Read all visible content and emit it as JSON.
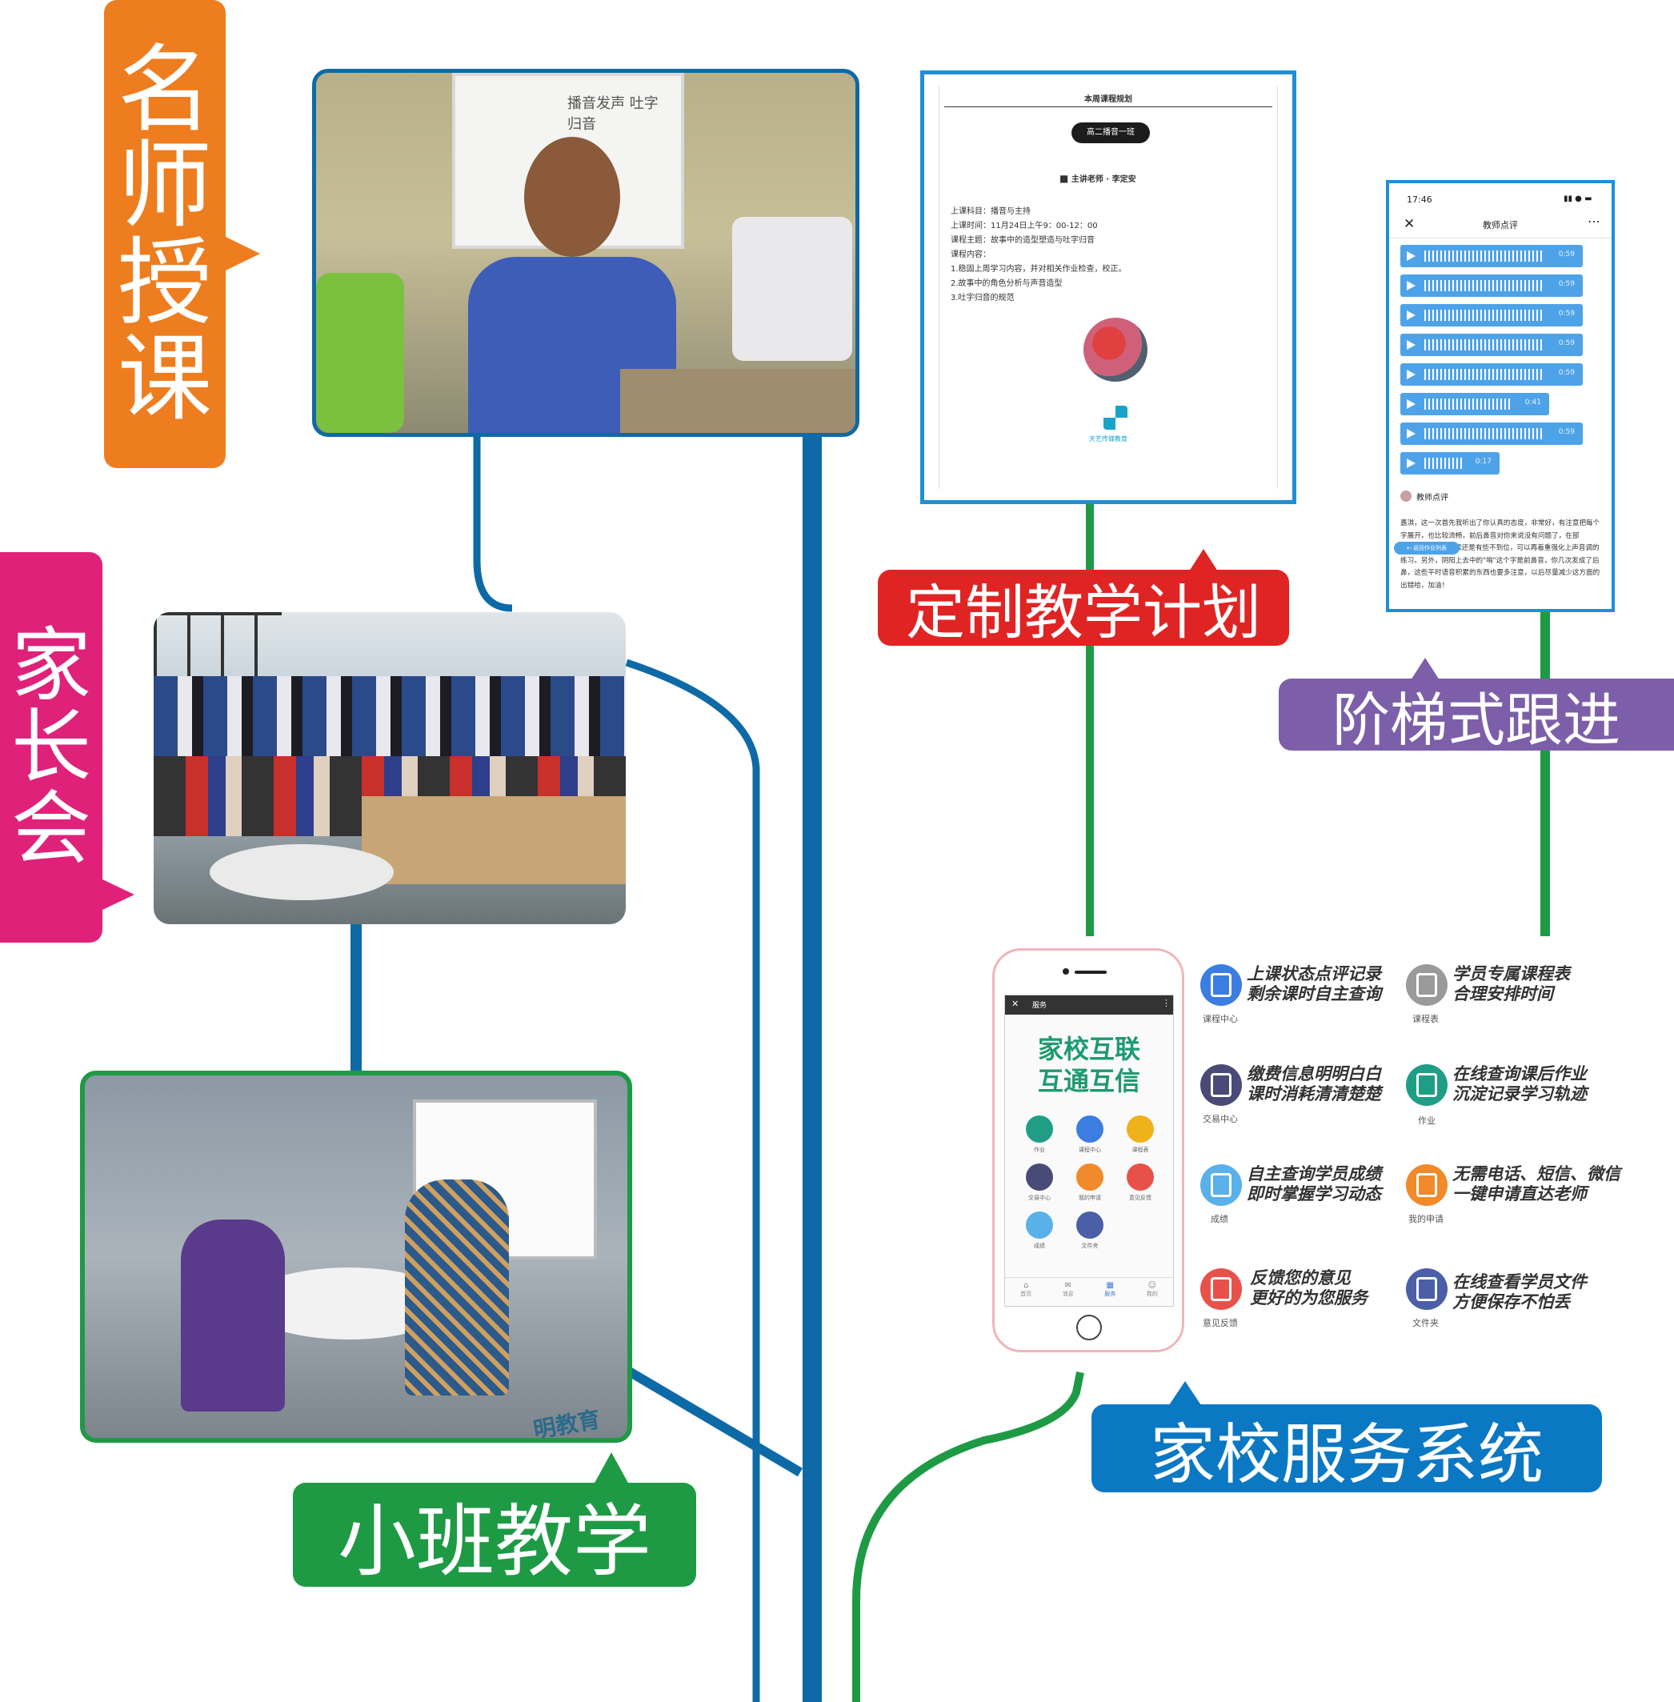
{
  "tags": {
    "famous_teacher": "名师授课",
    "parent_meeting": "家长会",
    "small_class": "小班教学",
    "custom_plan": "定制教学计划",
    "stepped_followup": "阶梯式跟进",
    "home_school_system": "家校服务系统"
  },
  "schedule_doc": {
    "title": "本周课程规划",
    "class_name": "高二播音一班",
    "teacher": "主讲老师 · 李定安",
    "lines": [
      "上课科目：播音与主持",
      "上课时间：11月24日上午9：00-12：00",
      "课程主题：故事中的造型塑造与吐字归音",
      "课程内容：",
      "1.稳固上周学习内容，并对相关作业检查，校正。",
      "2.故事中的角色分析与声音造型",
      "3.吐字归音的规范"
    ],
    "logo_text": "天艺传媒教育"
  },
  "review_screen": {
    "time": "17:46",
    "title": "教师点评",
    "voices": [
      "0:59",
      "0:59",
      "0:59",
      "0:59",
      "0:59",
      "0:41",
      "0:59",
      "0:17"
    ],
    "section_title": "教师点评",
    "back_chip": "返回作业列表",
    "comment": "嘉淇，这一次首先我听出了你认真的态度，非常好，有注意把每个字展开，也比较流畅，前后鼻音对你来说没有问题了，在部分\"上\"声调值的时候还是有些不到位，可以再着重强化上声音调的练习。另外，阴阳上去中的\"哨\"这个字是前鼻音，你几次发成了后鼻，这些平时语音积累的东西也要多注意，以后尽量减少这方面的出错哈，加油！"
  },
  "app_phone": {
    "header": "服务",
    "banner_line1": "家校互联",
    "banner_line2": "互通互信",
    "grid": [
      "作业",
      "课程中心",
      "课程表",
      "交易中心",
      "我的申请",
      "意见反馈",
      "成绩",
      "文件夹"
    ],
    "tabbar": [
      "首页",
      "消息",
      "服务",
      "我的"
    ]
  },
  "features": [
    {
      "text": "上课状态点评记录\n剩余课时自主查询",
      "label": "课程中心",
      "color": "#3b7de0"
    },
    {
      "text": "学员专属课程表\n合理安排时间",
      "label": "课程表",
      "color": "#9a9a9a"
    },
    {
      "text": "缴费信息明明白白\n课时消耗清清楚楚",
      "label": "交易中心",
      "color": "#4a4a78"
    },
    {
      "text": "在线查询课后作业\n沉淀记录学习轨迹",
      "label": "作业",
      "color": "#1f9e85"
    },
    {
      "text": "自主查询学员成绩\n即时掌握学习动态",
      "label": "成绩",
      "color": "#5ab0e8"
    },
    {
      "text": "无需电话、短信、微信\n一键申请直达老师",
      "label": "我的申请",
      "color": "#f08a2a"
    },
    {
      "text": "反馈您的意见\n更好的为您服务",
      "label": "意见反馈",
      "color": "#e8514a"
    },
    {
      "text": "在线查看学员文件\n方便保存不怕丢",
      "label": "文件夹",
      "color": "#4a5fa8"
    }
  ],
  "photos": {
    "board_text": "播音发声 吐字归音",
    "wall_text": "明教育"
  },
  "colors": {
    "orange": "#ee7d1f",
    "magenta": "#e0217a",
    "green": "#1e9a45",
    "red": "#e02424",
    "purple": "#7c5fa8",
    "blue": "#0b78c4",
    "line_blue": "#0e6aa6",
    "line_green": "#1e9a45"
  }
}
